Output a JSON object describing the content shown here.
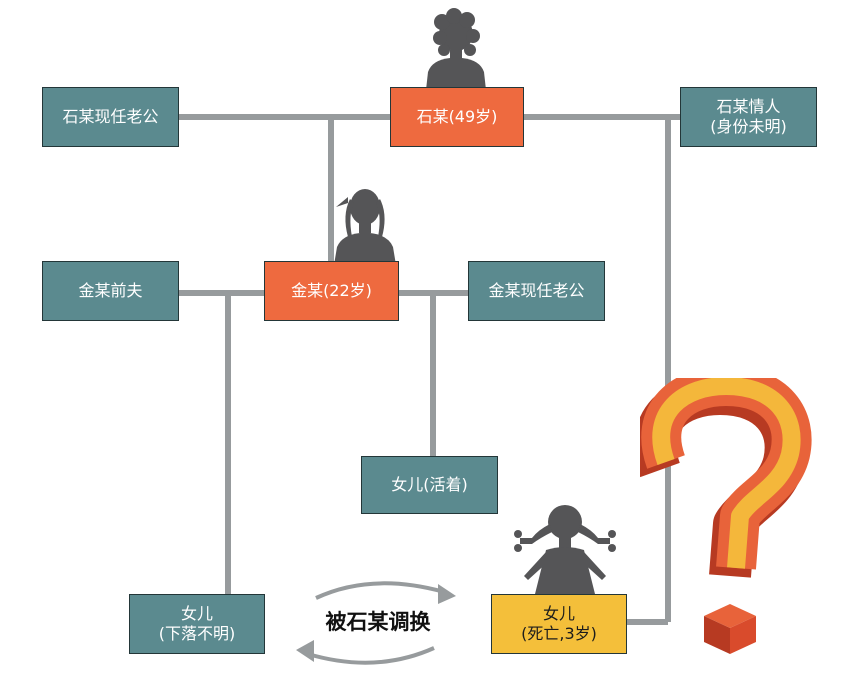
{
  "nodes": {
    "shi_husband": {
      "line1": "石某现任老公"
    },
    "shi": {
      "line1": "石某(49岁)"
    },
    "shi_lover": {
      "line1": "石某情人",
      "line2": "(身份未明)"
    },
    "jin_ex": {
      "line1": "金某前夫"
    },
    "jin": {
      "line1": "金某(22岁)"
    },
    "jin_husband": {
      "line1": "金某现任老公"
    },
    "daughter_alive": {
      "line1": "女儿(活着)"
    },
    "daughter_missing": {
      "line1": "女儿",
      "line2": "(下落不明)"
    },
    "daughter_dead": {
      "line1": "女儿",
      "line2": "(死亡,3岁)"
    }
  },
  "swap": {
    "label": "被石某调换"
  },
  "colors": {
    "teal": "#5b8a8f",
    "orange": "#ee6a3f",
    "yellow": "#f4bf3a",
    "line": "#979b9d",
    "silhouette": "#555557",
    "question_front": "#f4b73b",
    "question_side": "#e8633a",
    "question_dark": "#b73a22"
  },
  "icons": [
    "woman-silhouette-icon",
    "girl-silhouette-icon",
    "question-mark-icon",
    "swap-arrows-icon"
  ]
}
